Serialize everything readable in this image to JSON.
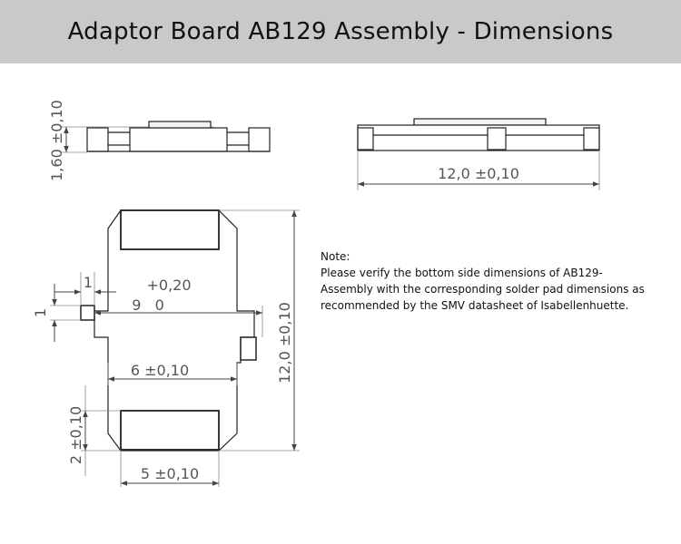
{
  "header": {
    "title": "Adaptor Board AB129 Assembly - Dimensions"
  },
  "dimensions": {
    "height": "1,60 ±0,10",
    "length": "12,0 ±0,10",
    "lead_width": "1",
    "lead_height": "1",
    "lead_offset_tol": "+0,20",
    "lead_offset": "9   0",
    "inner_width": "6 ±0,10",
    "overall_height": "12,0 ±0,10",
    "pad_height": "2 ±0,10",
    "pad_width": "5 ±0,10"
  },
  "note": {
    "heading": "Note:",
    "body": "Please verify the bottom side dimensions of AB129-Assembly with the corresponding solder pad dimensions as recommended by the SMV datasheet of Isabellenhuette."
  }
}
